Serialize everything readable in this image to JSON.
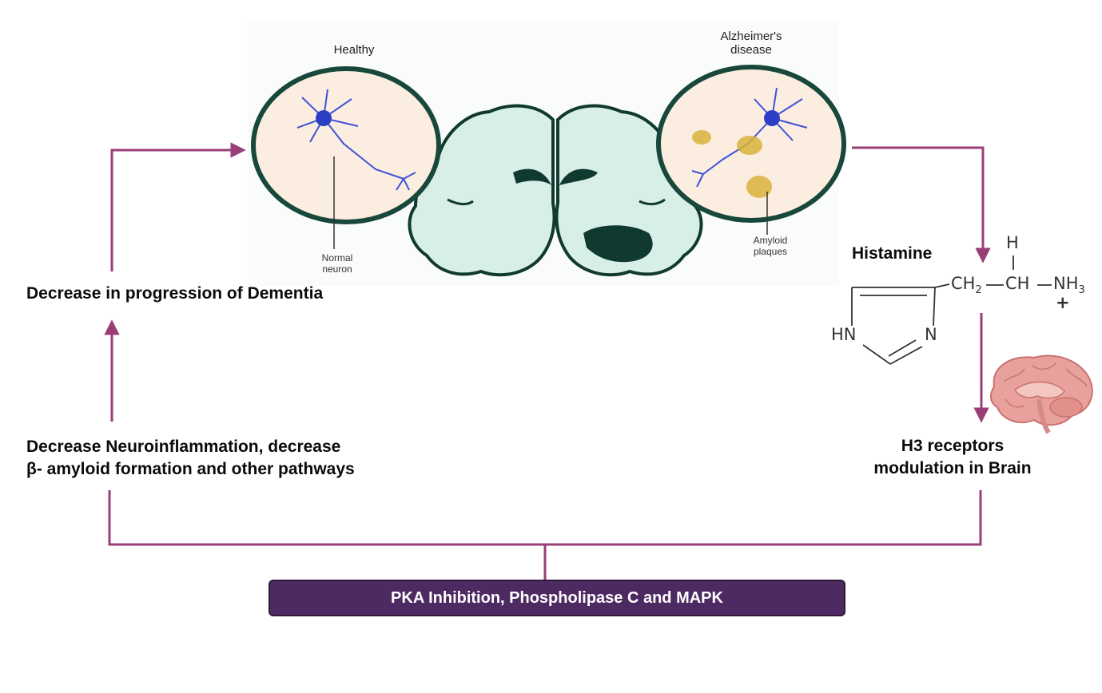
{
  "colors": {
    "arrow": "#9a3e78",
    "box_fill": "#4e2a62",
    "brain_section": "#d8efe8",
    "brain_outline": "#103a30",
    "circle_border": "#18473b",
    "circle_fill": "#fbeee0",
    "neuron": "#3f52d8",
    "plaque": "#d8b23a"
  },
  "labels": {
    "healthy": "Healthy",
    "alzheimers_line1": "Alzheimer's",
    "alzheimers_line2": "disease",
    "normal_neuron_line1": "Normal",
    "normal_neuron_line2": "neuron",
    "amyloid_line1": "Amyloid",
    "amyloid_line2": "plaques",
    "histamine": "Histamine",
    "dementia": "Decrease in progression of Dementia",
    "neuroinflammation_line1": "Decrease Neuroinflammation, decrease",
    "neuroinflammation_line2": "β- amyloid formation and other pathways",
    "h3_line1": "H3 receptors",
    "h3_line2": "modulation in Brain",
    "pka": "PKA Inhibition, Phospholipase C and MAPK"
  },
  "chemistry": {
    "h": "H",
    "ch2": "CH",
    "ch2_sub": "2",
    "ch": "CH",
    "nh3": "NH",
    "nh3_sub": "3",
    "plus": "+",
    "hn": "HN",
    "n": "N"
  }
}
